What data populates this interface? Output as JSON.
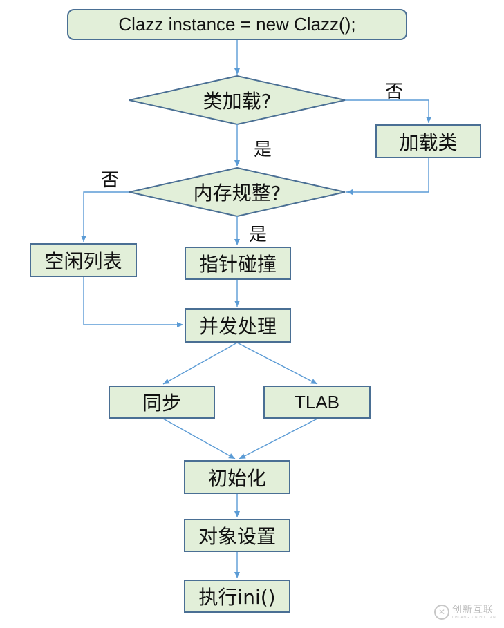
{
  "diagram": {
    "nodes": {
      "start": "Clazz instance = new Clazz();",
      "class_loaded_question": "类加载?",
      "load_class": "加载类",
      "memory_regular_question": "内存规整?",
      "free_list": "空闲列表",
      "pointer_bump": "指针碰撞",
      "concurrency_handling": "并发处理",
      "synchronize": "同步",
      "tlab": "TLAB",
      "initialize": "初始化",
      "object_setup": "对象设置",
      "execute_init": "执行ini()"
    },
    "edge_labels": {
      "class_loaded_no": "否",
      "class_loaded_yes": "是",
      "memory_regular_no": "否",
      "memory_regular_yes": "是"
    },
    "colors": {
      "node_fill": "#e2efd9",
      "node_border": "#4a6f94",
      "edge": "#5b9bd5"
    }
  },
  "watermark": {
    "brand_cn": "创新互联",
    "brand_en": "CHUANG XIN HU LIAN",
    "logo_icon": "brand-logo-icon"
  }
}
